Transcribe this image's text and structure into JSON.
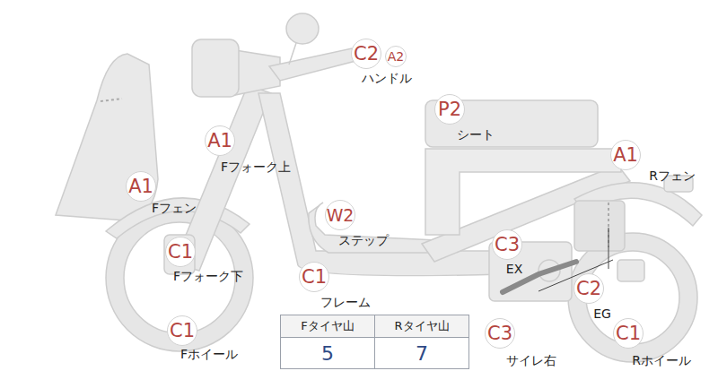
{
  "diagram": {
    "nodes": [
      {
        "text": [
          "C2",
          "ハンドル"
        ]
      },
      {
        "text": [
          "A2"
        ]
      },
      {
        "text": [
          "P2",
          "シート"
        ]
      },
      {
        "text": [
          "A1",
          "Fフォーク上"
        ]
      },
      {
        "text": [
          "A1",
          "Rフェン"
        ]
      },
      {
        "text": [
          "A1",
          "Fフェン"
        ]
      },
      {
        "text": [
          "W2",
          "ステップ"
        ]
      },
      {
        "text": [
          "C3",
          "EX"
        ]
      },
      {
        "text": [
          "C1",
          "Fフォーク下"
        ]
      },
      {
        "text": [
          "C1",
          "フレーム"
        ]
      },
      {
        "text": [
          "C2",
          "EG"
        ]
      },
      {
        "text": [
          "C1",
          "Fホイール"
        ]
      },
      {
        "text": [
          "C3",
          "サイレ右"
        ]
      },
      {
        "text": [
          "C1",
          "Rホイール"
        ]
      }
    ],
    "labels": [
      "Fタイヤ山",
      "Rタイヤ山",
      "5",
      "7"
    ]
  }
}
